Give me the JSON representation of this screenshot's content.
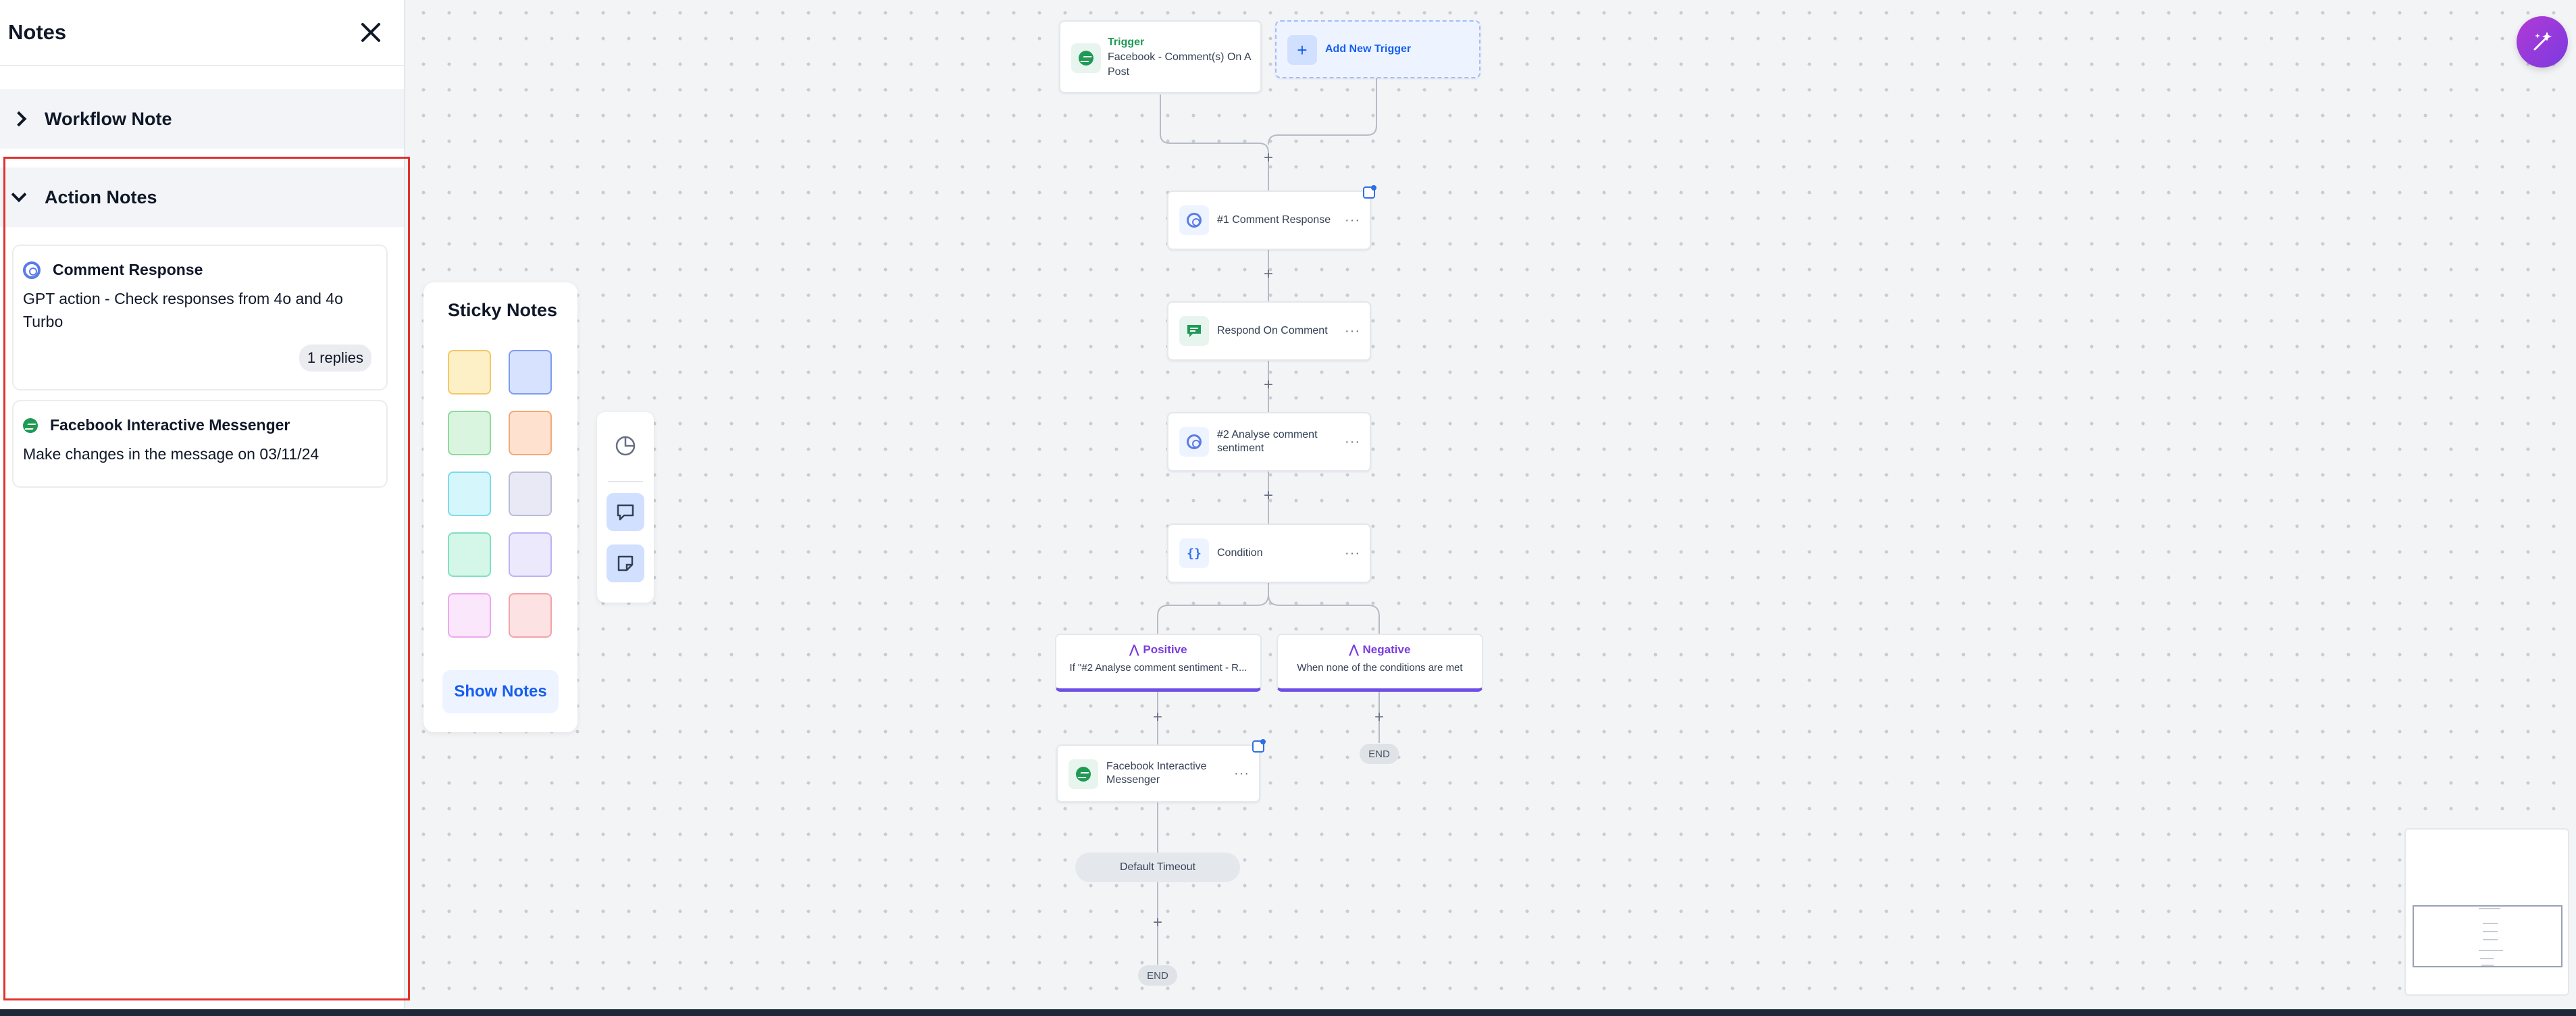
{
  "notes_panel": {
    "title": "Notes",
    "workflow_section": "Workflow Note",
    "action_section": "Action Notes",
    "notes": [
      {
        "title": "Comment Response",
        "text": "GPT action - Check responses from 4o and 4o Turbo",
        "replies": "1 replies",
        "icon": "gpt-icon"
      },
      {
        "title": "Facebook Interactive Messenger",
        "text": "Make changes in the message on 03/11/24",
        "icon": "messenger-icon"
      }
    ]
  },
  "sticky_notes": {
    "title": "Sticky Notes",
    "button": "Show Notes",
    "colors": [
      "#fdf0c6",
      "#d6e2fe",
      "#daf5df",
      "#fee2cf",
      "#d5f6fb",
      "#e8e9f4",
      "#d4f7ea",
      "#ece9fd",
      "#fbe7fb",
      "#fde2e4"
    ],
    "borders": [
      "#f5c766",
      "#7d9bf3",
      "#8fd99e",
      "#f3a97a",
      "#7fdaea",
      "#b8bcd6",
      "#7fe0bf",
      "#bdb1f5",
      "#eea8ee",
      "#f3a2a8"
    ]
  },
  "workflow": {
    "trigger": {
      "kicker": "Trigger",
      "label": "Facebook - Comment(s) On A Post"
    },
    "add_trigger": "Add New Trigger",
    "steps": [
      {
        "label": "#1 Comment Response"
      },
      {
        "label": "Respond On Comment"
      },
      {
        "label": "#2 Analyse comment sentiment"
      },
      {
        "label": "Condition"
      }
    ],
    "branches": [
      {
        "title": "Positive",
        "desc": "If \"#2 Analyse comment sentiment - R..."
      },
      {
        "title": "Negative",
        "desc": "When none of the conditions are met"
      }
    ],
    "messenger_step": "Facebook Interactive Messenger",
    "default_timeout": "Default Timeout",
    "end_label": "END",
    "menu_glyph": "···",
    "plus_glyph": "+"
  },
  "accent": {
    "primary": "#155eef",
    "branch": "#6d4fe6",
    "highlight": "#e0322b"
  }
}
